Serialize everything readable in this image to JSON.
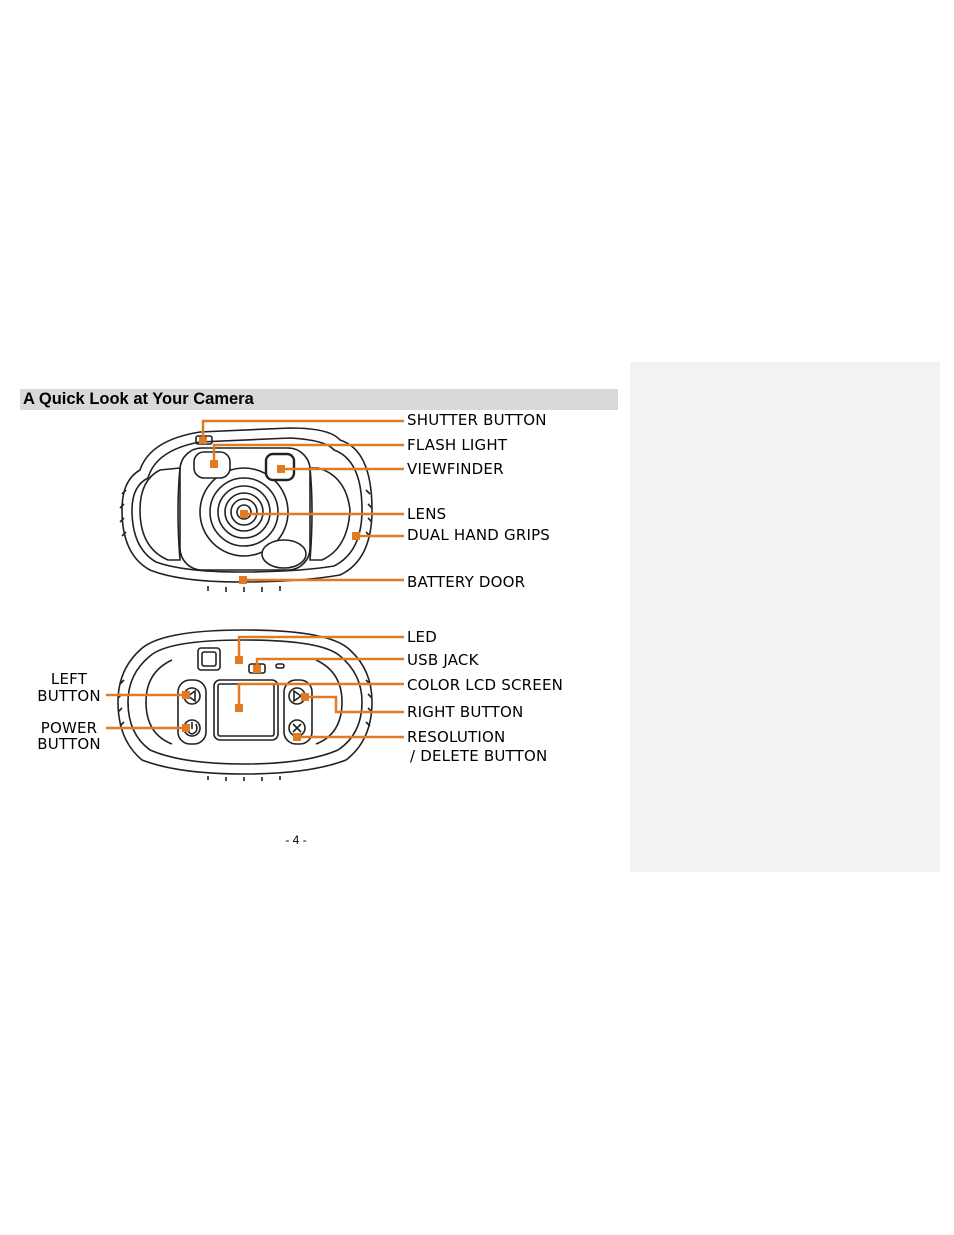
{
  "section": {
    "title": "A Quick Look at Your Camera"
  },
  "front_view": {
    "labels": {
      "shutter": "SHUTTER BUTTON",
      "flash": "FLASH LIGHT",
      "viewfinder": "VIEWFINDER",
      "lens": "LENS",
      "grips": "DUAL HAND GRIPS",
      "battery": "BATTERY DOOR"
    }
  },
  "back_view": {
    "labels": {
      "led": "LED",
      "usb": "USB JACK",
      "lcd": "COLOR LCD SCREEN",
      "right": "RIGHT BUTTON",
      "resolution_line1": "RESOLUTION",
      "resolution_line2": "/ DELETE BUTTON",
      "left_line1": "LEFT",
      "left_line2": "BUTTON",
      "power_line1": "POWER",
      "power_line2": "BUTTON"
    }
  },
  "footer": {
    "page_number": "- 4 -"
  },
  "colors": {
    "callout": "#e07b24",
    "title_bar": "#d9d9d9",
    "side_panel": "#f2f2f2"
  }
}
